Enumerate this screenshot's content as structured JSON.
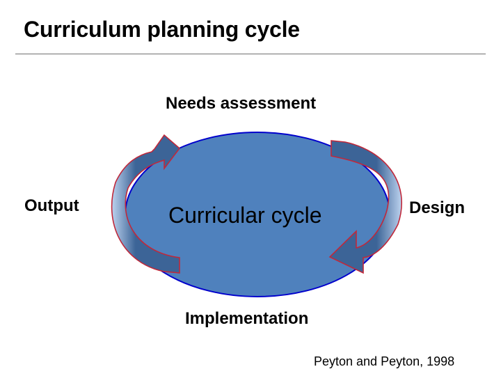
{
  "slide": {
    "title": "Curriculum planning cycle",
    "citation": "Peyton and Peyton, 1998"
  },
  "diagram": {
    "center_label": "Curricular cycle",
    "stages": {
      "top": "Needs assessment",
      "right": "Design",
      "bottom": "Implementation",
      "left": "Output"
    },
    "colors": {
      "ellipse_fill": "#4f81bd",
      "ellipse_stroke": "#0000cc",
      "arrow_fill_dark": "#3c6497",
      "arrow_fill_light": "#bcd2ee",
      "arrow_stroke": "#c0283a"
    }
  }
}
